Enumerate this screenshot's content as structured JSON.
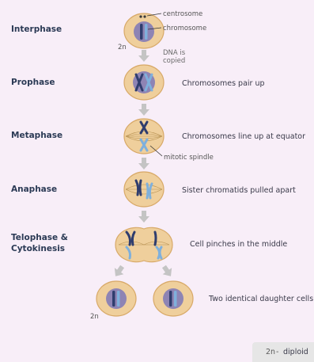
{
  "phases": {
    "interphase": "Interphase",
    "prophase": "Prophase",
    "metaphase": "Metaphase",
    "anaphase": "Anaphase",
    "telophase_line1": "Telophase &",
    "telophase_line2": "Cytokinesis"
  },
  "descriptions": {
    "prophase": "Chromosomes pair up",
    "metaphase": "Chromosomes line up at equator",
    "anaphase": "Sister chromatids pulled apart",
    "telophase": "Cell pinches in the middle",
    "daughters": "Two identical daughter cells"
  },
  "labels": {
    "centrosome": "centrosome",
    "chromosome": "chromosome",
    "dna_line1": "DNA is",
    "dna_line2": "copied",
    "mitotic_spindle": "mitotic spindle",
    "ploidy_top": "2n",
    "ploidy_bottom": "2n"
  },
  "legend": {
    "symbol": "2n",
    "text": "diploid"
  },
  "colors": {
    "background": "#f8eef8",
    "cell_fill": "#efcf9c",
    "cell_stroke": "#d8a968",
    "nucleus": "#8e84b4",
    "chromosome_dark": "#2f3d6e",
    "chromosome_light": "#7fb0dc",
    "arrow": "#c4c4c4"
  }
}
